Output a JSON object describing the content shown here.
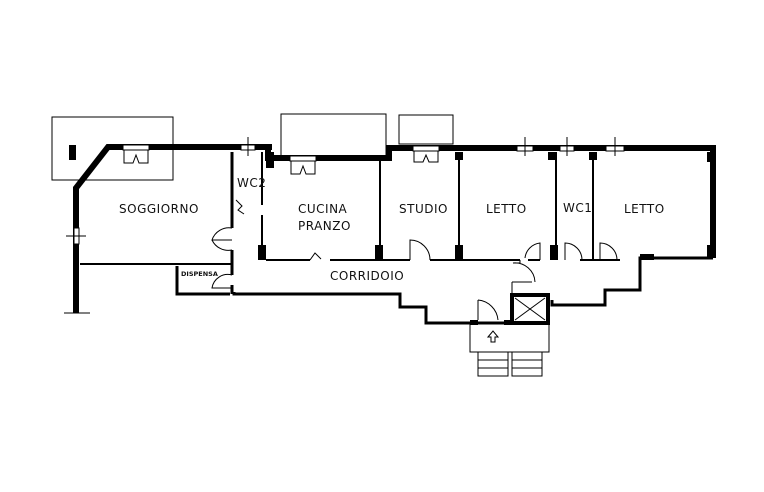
{
  "plan": {
    "rooms": [
      {
        "id": "soggiorno",
        "label": "SOGGIORNO"
      },
      {
        "id": "wc2",
        "label": "WC2"
      },
      {
        "id": "cucina",
        "label": "CUCINA",
        "label2": "PRANZO"
      },
      {
        "id": "studio",
        "label": "STUDIO"
      },
      {
        "id": "letto1",
        "label": "LETTO"
      },
      {
        "id": "wc1",
        "label": "WC1"
      },
      {
        "id": "letto2",
        "label": "LETTO"
      },
      {
        "id": "corridoio",
        "label": "CORRIDOIO"
      },
      {
        "id": "dispensa",
        "label": "DISPENSA"
      }
    ],
    "colors": {
      "wall": "#000000",
      "background": "#ffffff"
    }
  }
}
